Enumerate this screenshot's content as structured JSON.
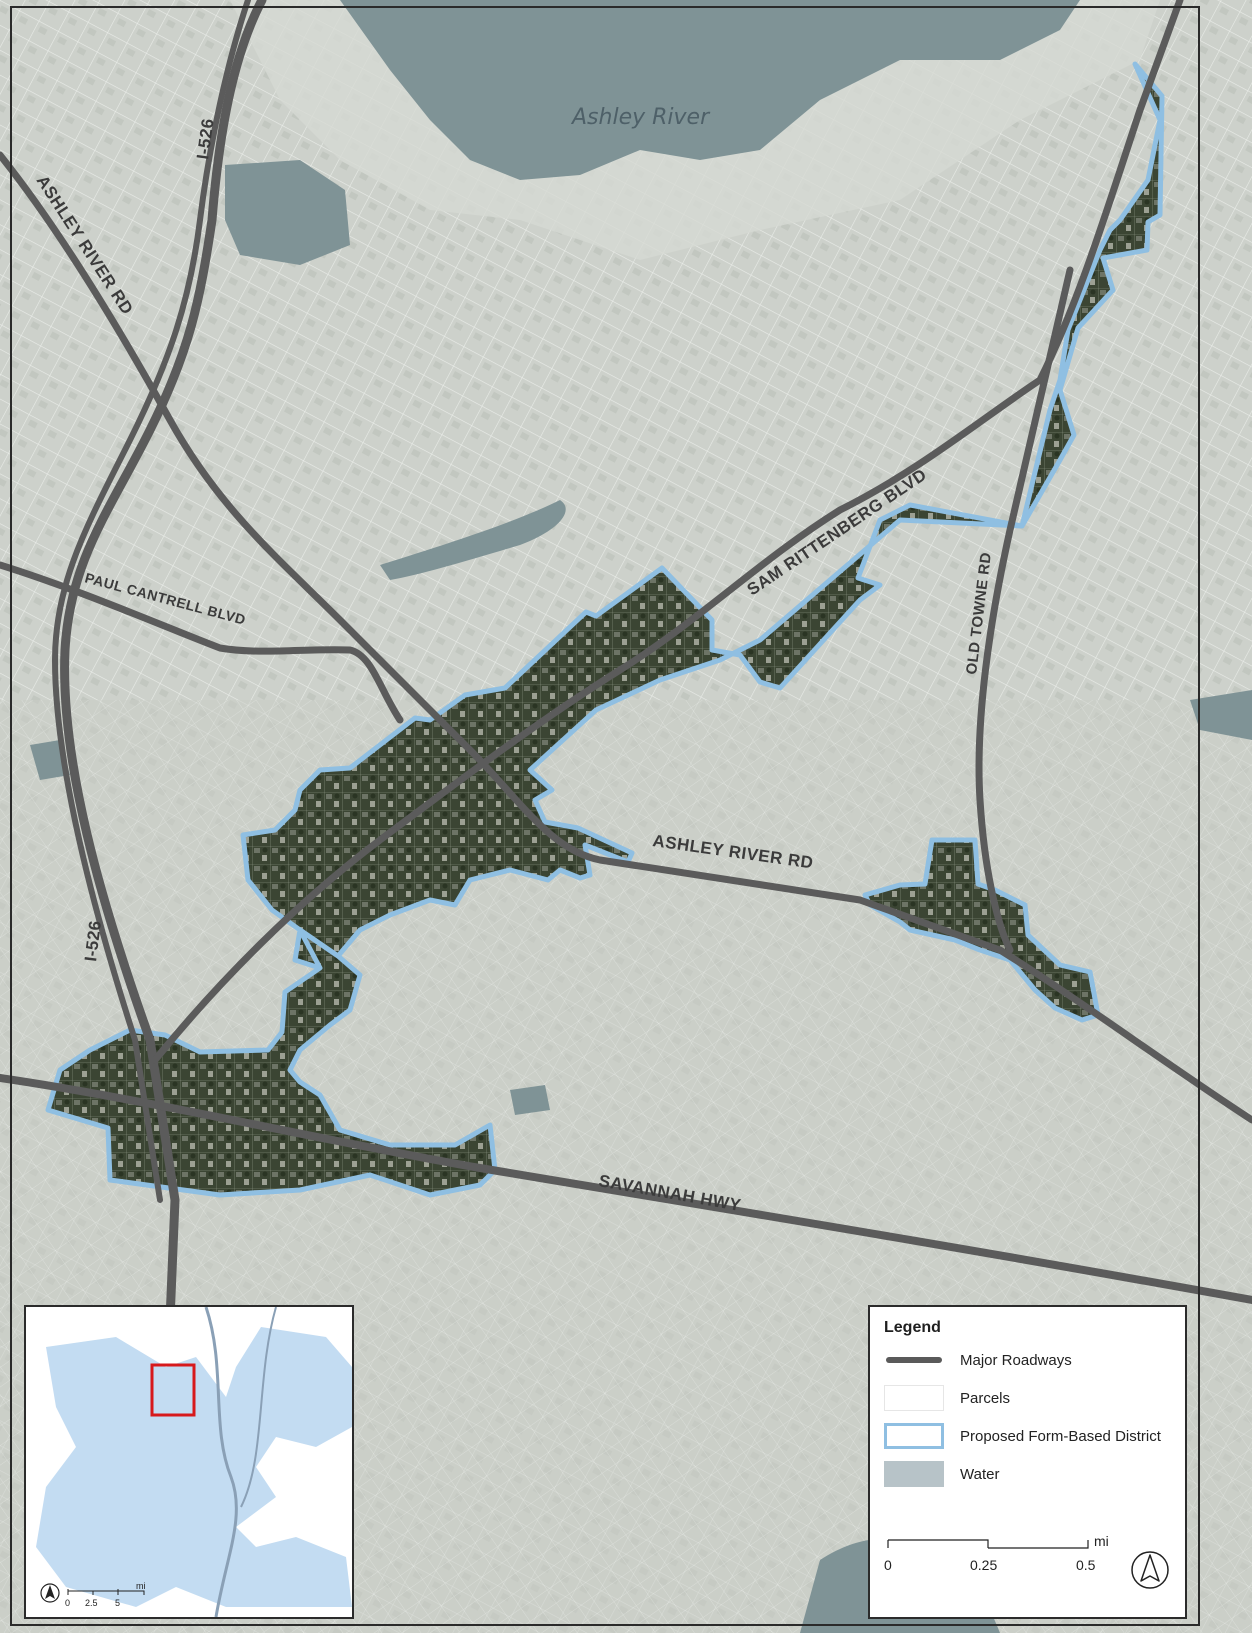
{
  "map": {
    "water_label": "Ashley River",
    "road_labels": {
      "i526_north": "I-526",
      "i526_south": "I-526",
      "ashley_river_rd_nw": "ASHLEY RIVER RD",
      "ashley_river_rd_se": "ASHLEY RIVER RD",
      "paul_cantrell": "PAUL CANTRELL BLVD",
      "sam_rittenberg": "SAM RITTENBERG BLVD",
      "old_towne": "OLD TOWNE RD",
      "savannah_hwy": "SAVANNAH HWY"
    },
    "colors": {
      "land": "#cfd3cd",
      "water": "#7f9396",
      "road": "#5b5b5b",
      "district_outline": "#8fbfe2",
      "district_fill": "#3a4433",
      "inset_highlight": "#d7191c",
      "inset_land": "#c3dcf2"
    }
  },
  "legend": {
    "title": "Legend",
    "items": [
      {
        "label": "Major Roadways"
      },
      {
        "label": "Parcels"
      },
      {
        "label": "Proposed Form-Based District"
      },
      {
        "label": "Water"
      }
    ],
    "scale": {
      "ticks": [
        "0",
        "0.25",
        "0.5"
      ],
      "unit": "mi"
    }
  },
  "inset": {
    "scale": {
      "ticks": [
        "0",
        "2.5",
        "5"
      ],
      "unit": "mi"
    }
  }
}
